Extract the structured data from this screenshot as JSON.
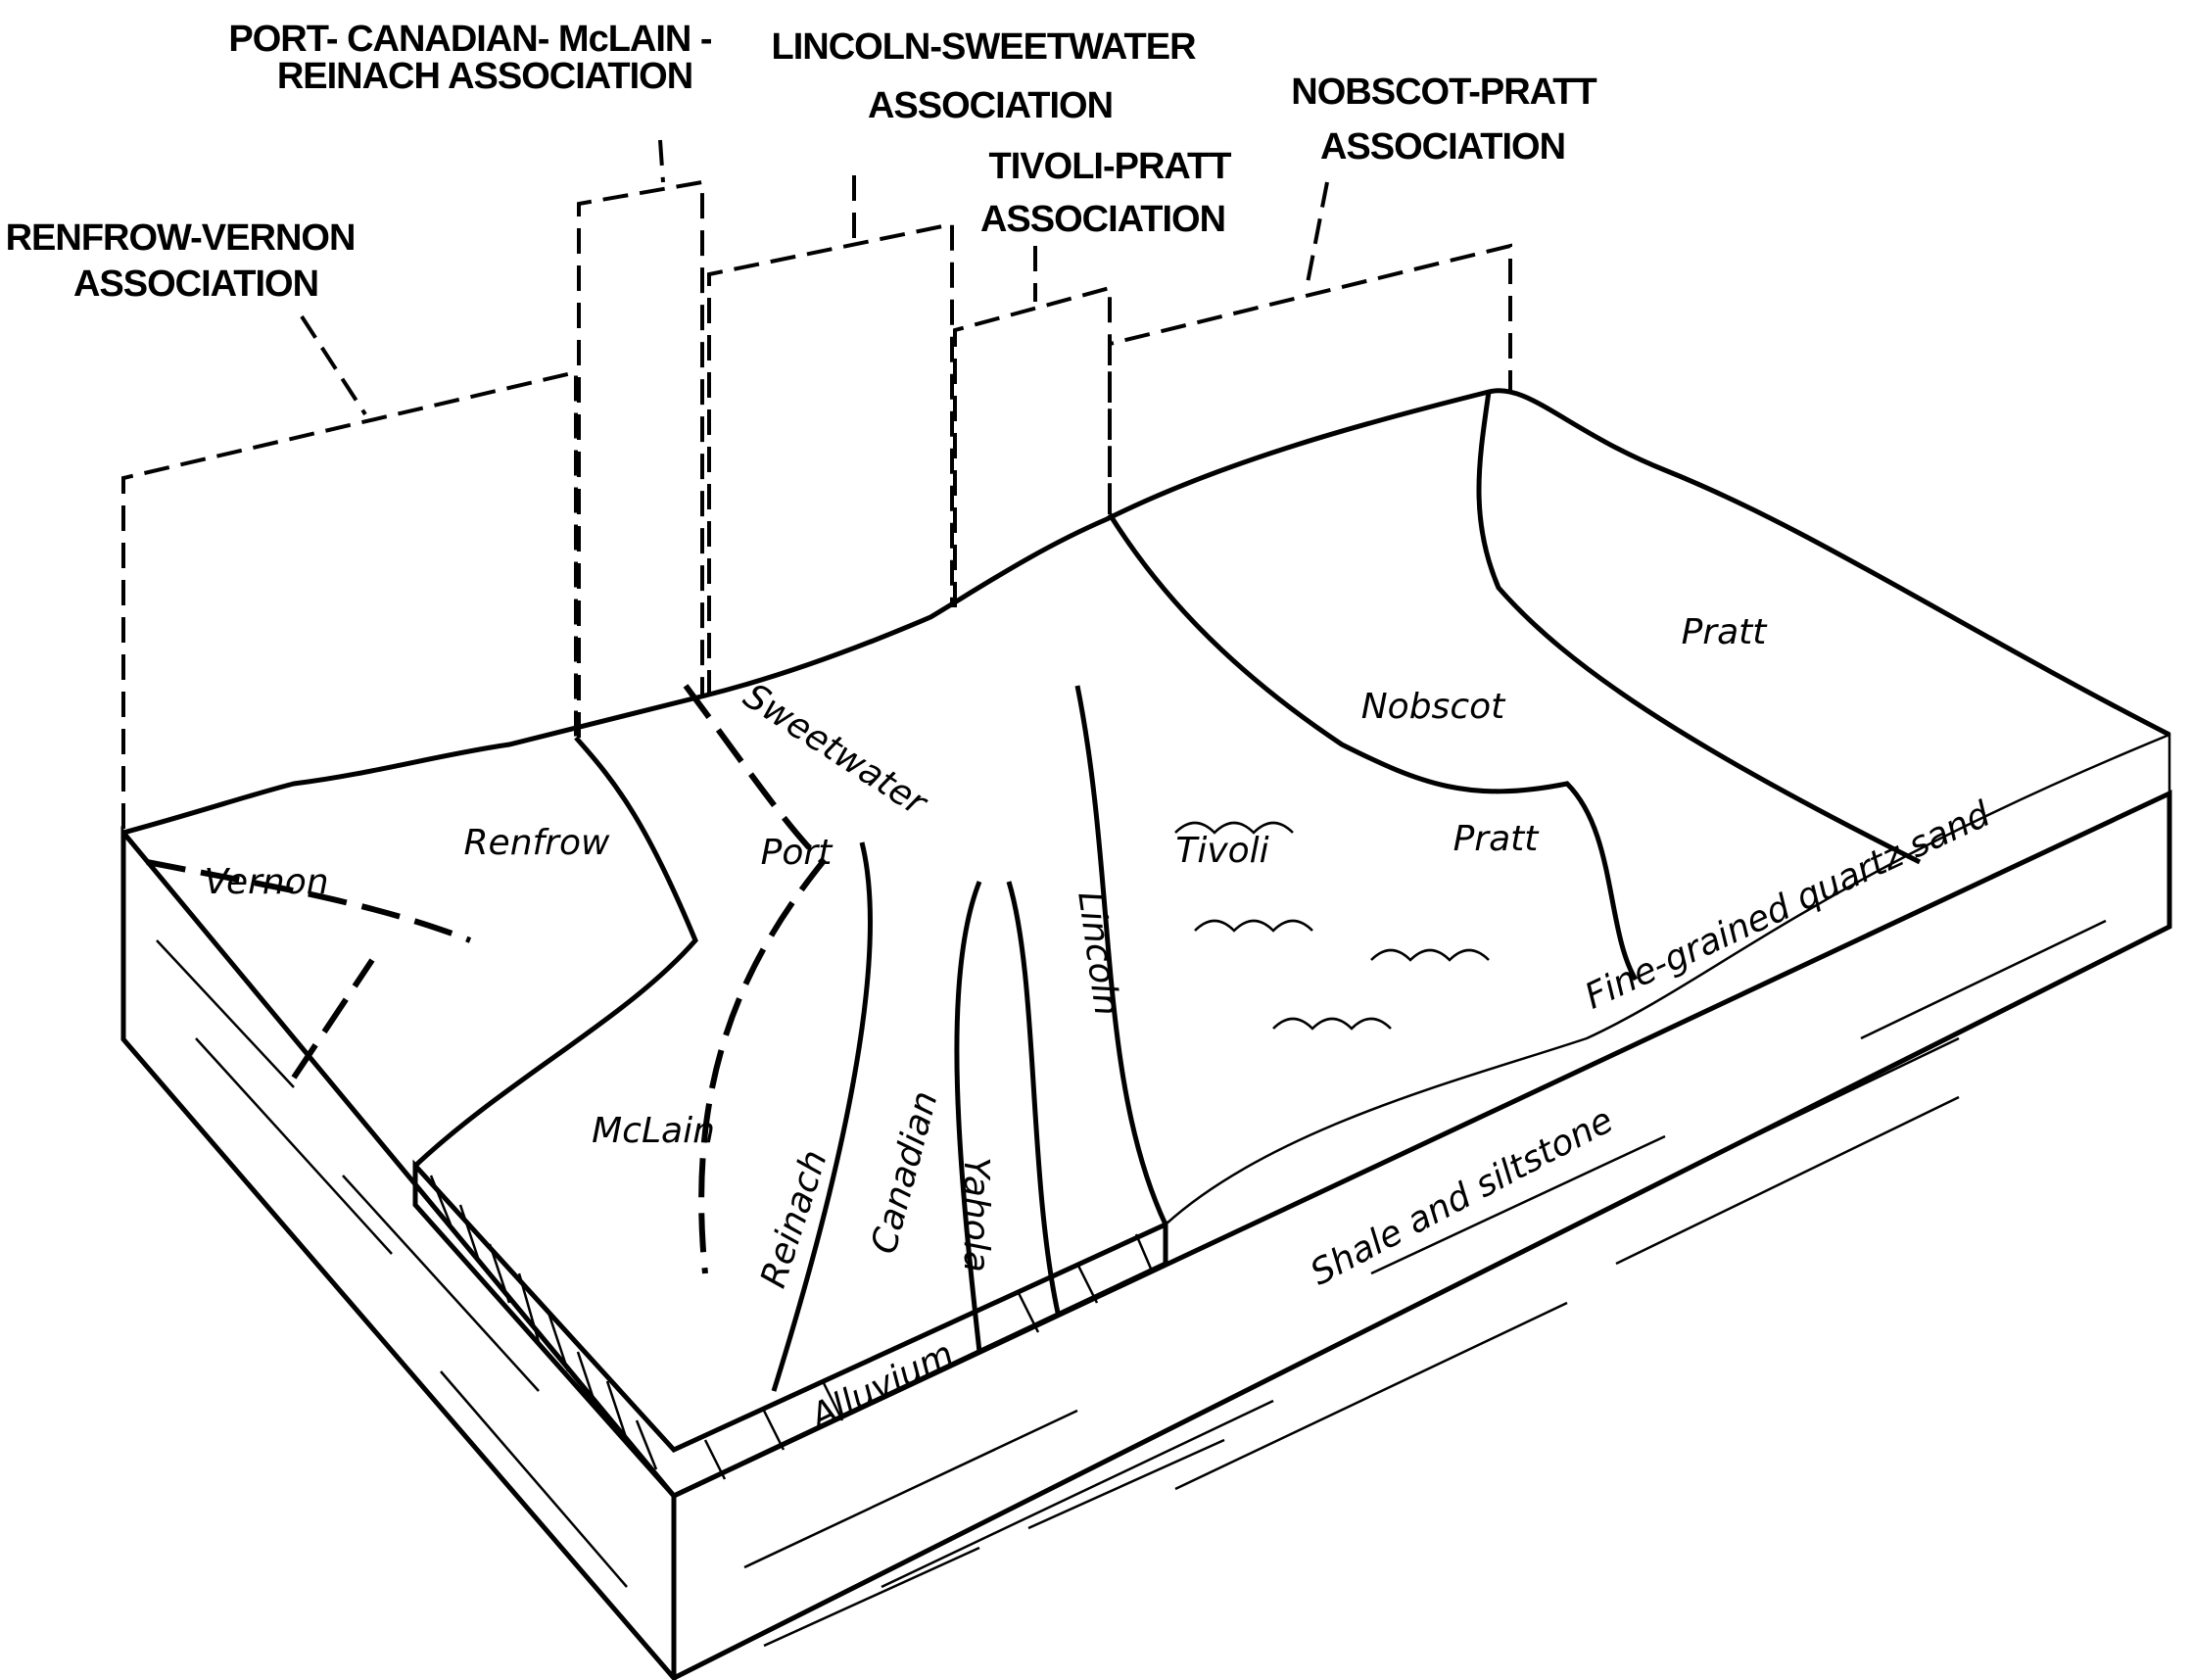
{
  "associations": {
    "renfrow_vernon": [
      "RENFROW-VERNON",
      "ASSOCIATION"
    ],
    "port_canadian": [
      "PORT- CANADIAN- McLAIN -",
      "REINACH ASSOCIATION"
    ],
    "lincoln_sweetwater": [
      "LINCOLN-SWEETWATER",
      "ASSOCIATION"
    ],
    "tivoli_pratt": [
      "TIVOLI-PRATT",
      "ASSOCIATION"
    ],
    "nobscot_pratt": [
      "NOBSCOT-PRATT",
      "ASSOCIATION"
    ]
  },
  "soils": {
    "vernon": "Vernon",
    "renfrow": "Renfrow",
    "port": "Port",
    "mclain": "McLain",
    "sweetwater": "Sweetwater",
    "lincoln": "Lincoln",
    "tivoli": "Tivoli",
    "pratt_1": "Pratt",
    "nobscot": "Nobscot",
    "pratt_2": "Pratt",
    "reinach": "Reinach",
    "canadian": "Canadian",
    "yahola": "Yahola",
    "alluvium": "Alluvium"
  },
  "strata": {
    "sand": "Fine-grained quartz sand",
    "shale": "Shale and siltstone"
  }
}
